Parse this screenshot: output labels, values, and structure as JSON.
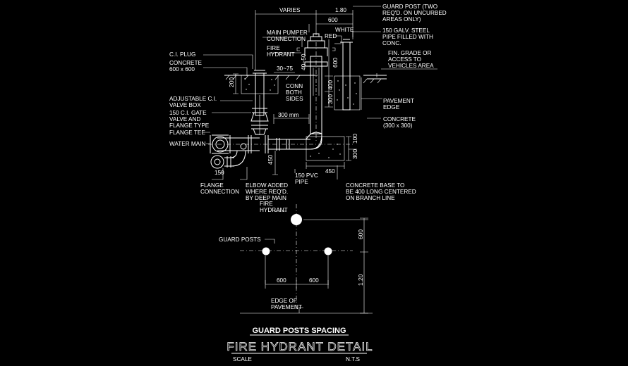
{
  "labels": {
    "varies": "VARIES",
    "d_180": "1.80",
    "guard_post_1": "GUARD POST (TWO",
    "guard_post_2": "REQ'D. ON UNCURBED",
    "guard_post_3": "AREAS ONLY)",
    "d_600_top": "600",
    "main_pumper_1": "MAIN PUMPER",
    "main_pumper_2": "CONNECTION",
    "white": "WHITE",
    "red": "RED",
    "galv_1": "150 GALV. STEEL",
    "galv_2": "PIPE FILLED WITH",
    "galv_3": "CONC.",
    "fire_hydrant_top_1": "FIRE",
    "fire_hydrant_top_2": "HYDRANT",
    "ci_plug": "C.I. PLUG",
    "concrete_1": "CONCRETE",
    "concrete_2": "600 x 600",
    "fin_grade_1": "FIN. GRADE OR",
    "fin_grade_2": "ACCESS TO",
    "fin_grade_3": "VEHICLES AREA",
    "d_30_75": "30~75",
    "d_200": "200",
    "d_400": "400",
    "d_300v": "300",
    "d_600v": "600",
    "d_40_50": "40~50",
    "conn_1": "CONN",
    "conn_2": "BOTH",
    "conn_3": "SIDES",
    "pavement_1": "PAVEMENT",
    "pavement_2": "EDGE",
    "adj_valve_1": "ADJUSTABLE C.I.",
    "adj_valve_2": "VALVE BOX",
    "gate_valve_1": "150 C.I. GATE",
    "gate_valve_2": "VALVE AND",
    "gate_valve_3": "FLANGE TYPE",
    "d_300mm": "300 mm",
    "concrete_b_1": "CONCRETE",
    "concrete_b_2": "(300 x 300)",
    "flange_tee": "FLANGE TEE",
    "water_main": "WATER MAIN",
    "d_100": "100",
    "d_300_base": "300",
    "d_450v": "450",
    "d_150": "150",
    "d_450h": "450",
    "pvc_1": "150 PVC",
    "pvc_2": "PIPE",
    "flange_conn_1": "FLANGE",
    "flange_conn_2": "CONNECTION",
    "elbow_1": "ELBOW ADDED",
    "elbow_2": "WHERE REQ'D.",
    "elbow_3": "BY DEEP MAIN",
    "conc_base_1": "CONCRETE BASE TO",
    "conc_base_2": "BE 400 LONG CENTERED",
    "conc_base_3": "ON BRANCH LINE",
    "fh_plan_1": "FIRE",
    "fh_plan_2": "HYDRANT",
    "guard_posts": "GUARD POSTS",
    "d_600_plan_v": "600",
    "d_600_a": "600",
    "d_600_b": "600",
    "d_120": "1.20",
    "edge_1": "EDGE OF",
    "edge_2": "PAVEMENT"
  },
  "titles": {
    "spacing": "GUARD POSTS SPACING",
    "main": "FIRE HYDRANT DETAIL",
    "scale": "SCALE",
    "nts": "N.T.S"
  }
}
